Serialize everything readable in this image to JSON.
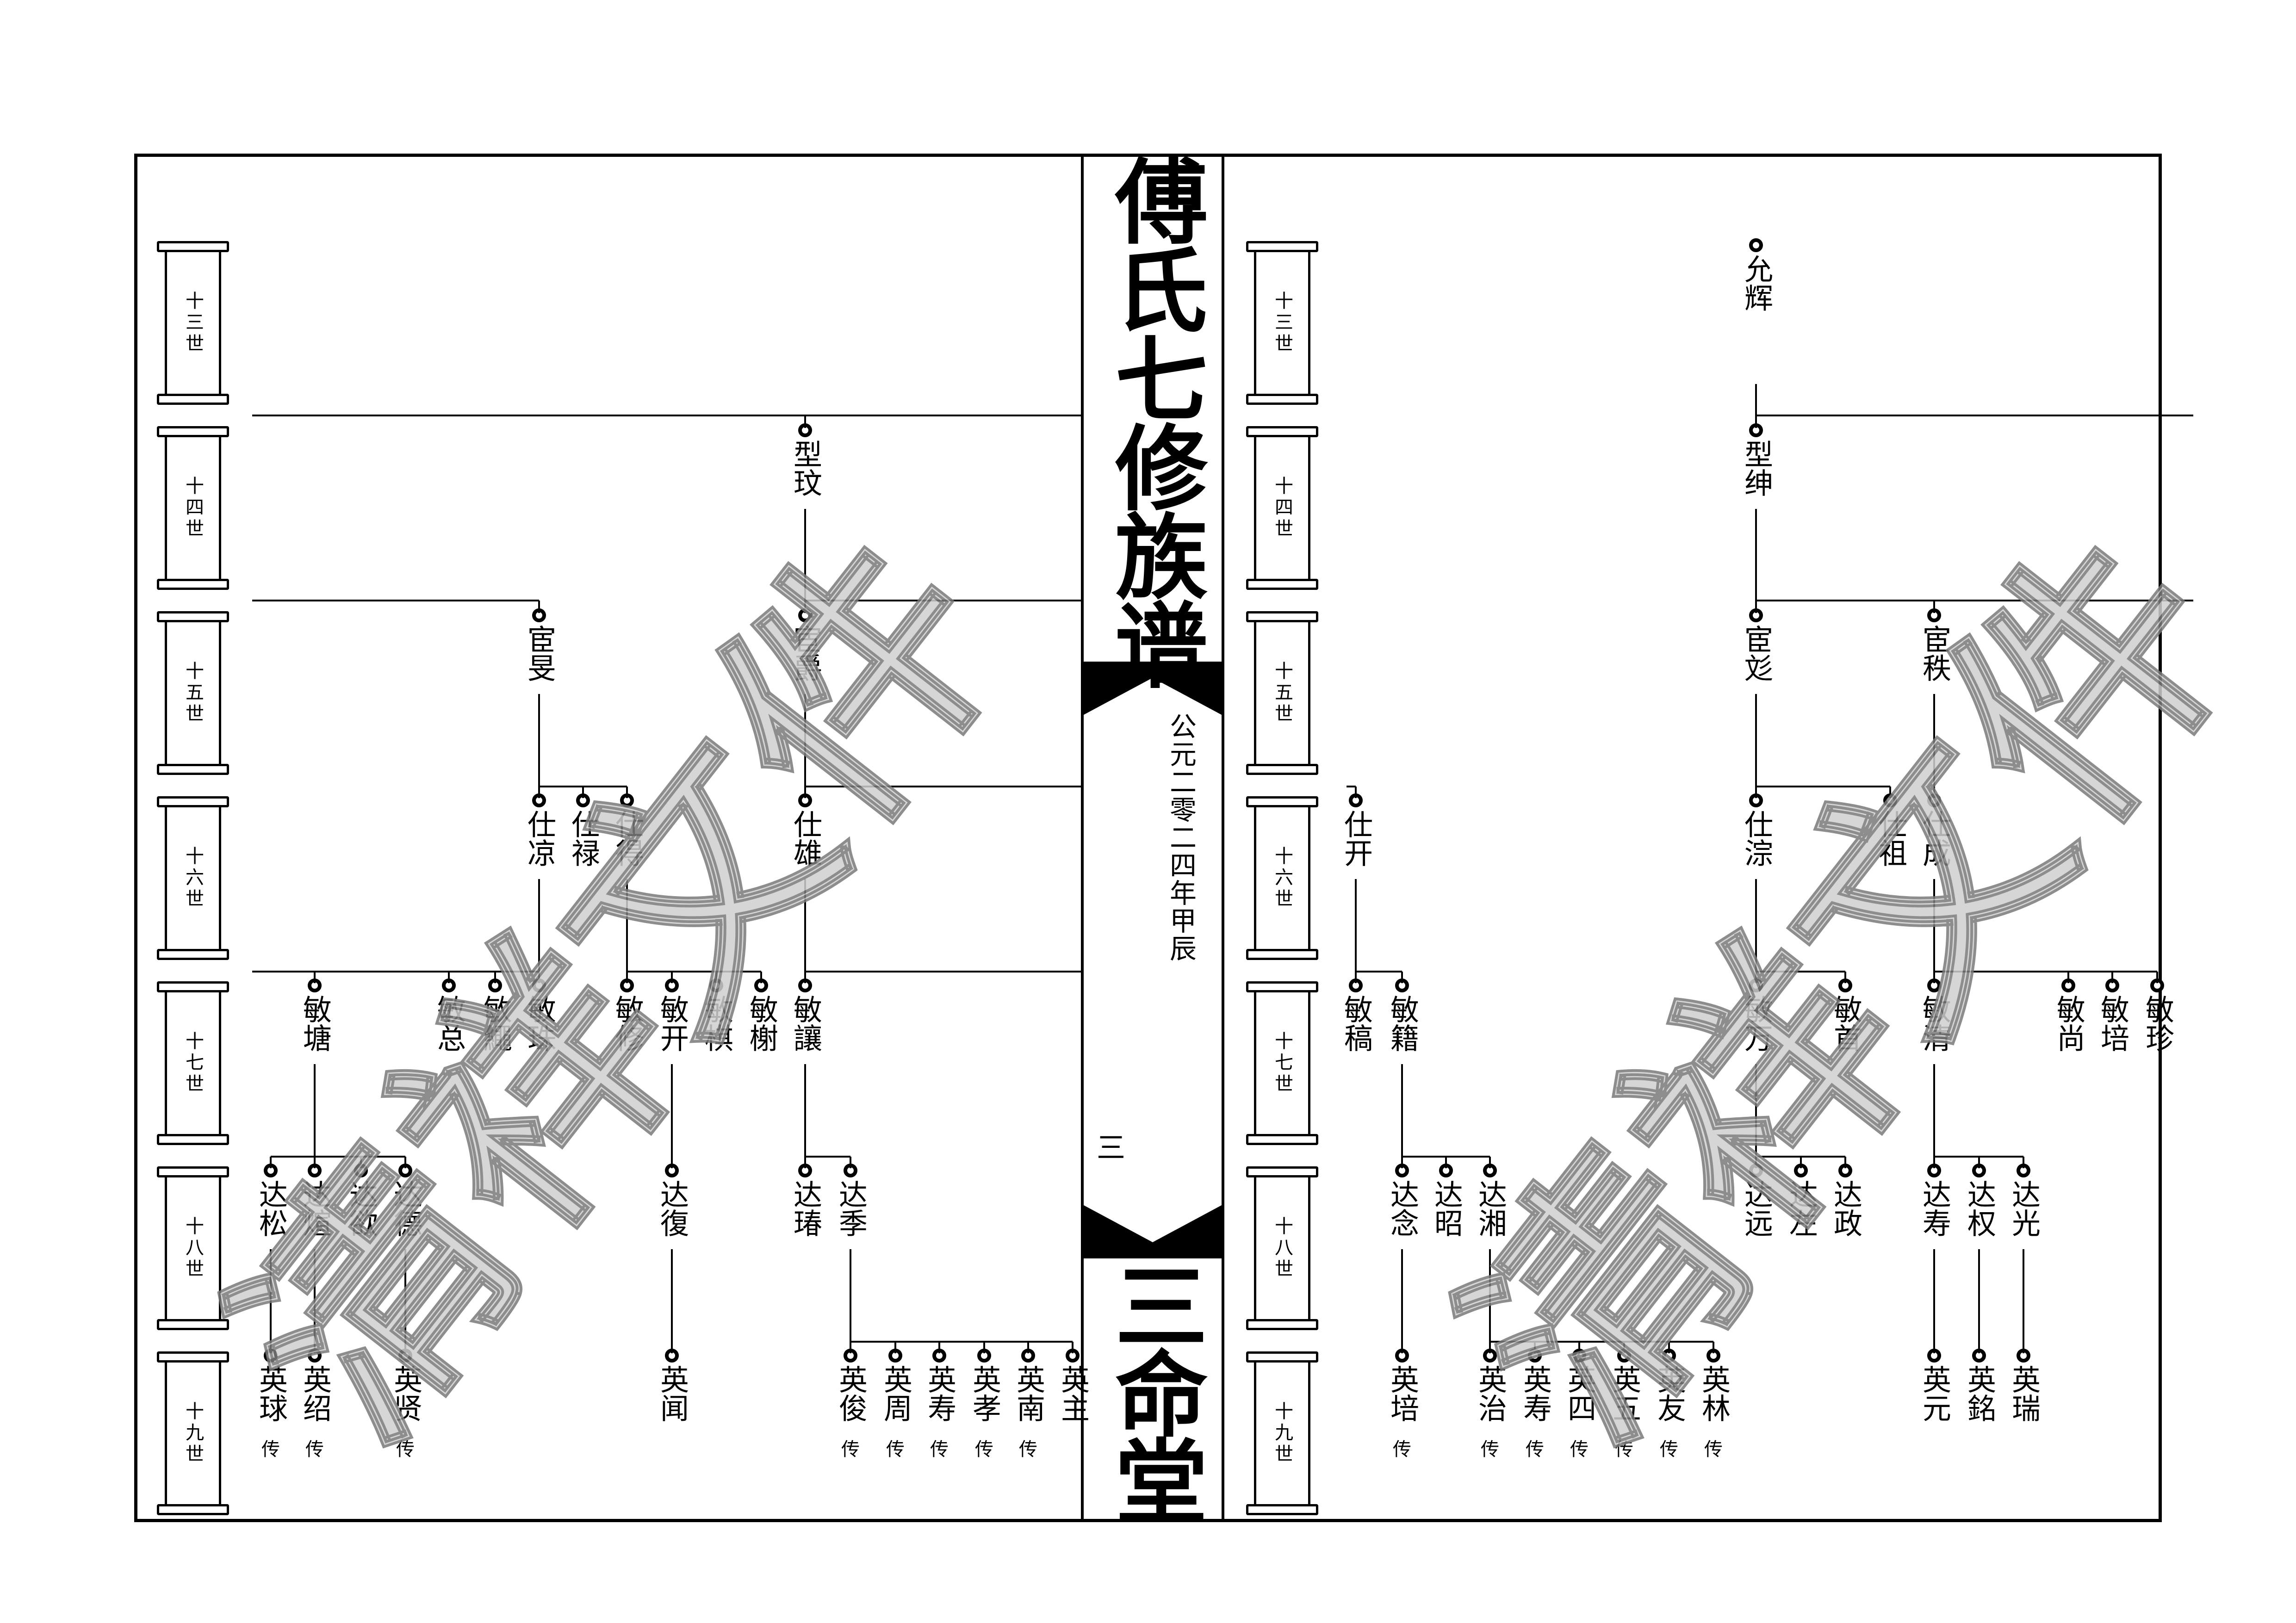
{
  "book": {
    "title": "傅氏七修族谱",
    "hall": "三命堂",
    "date": "公元二零二四年甲辰",
    "page_number": "三"
  },
  "watermark": {
    "text": "清祥文件"
  },
  "generations": [
    "十三世",
    "十四世",
    "十五世",
    "十六世",
    "十七世",
    "十八世",
    "十九世"
  ],
  "colors": {
    "ink": "#000000",
    "watermark_fill": "#cfcfcf",
    "watermark_stroke": "#7a7a7a"
  },
  "left_page": {
    "nodes": [
      {
        "name": "型玟",
        "gen": 14
      },
      {
        "name": "宦旻",
        "gen": 15
      },
      {
        "name": "宦爵",
        "gen": 15
      },
      {
        "name": "仕凉",
        "gen": 16
      },
      {
        "name": "仕禄",
        "gen": 16
      },
      {
        "name": "仕得",
        "gen": 16
      },
      {
        "name": "仕雄",
        "gen": 16
      },
      {
        "name": "敏塘",
        "gen": 17
      },
      {
        "name": "敏总",
        "gen": 17
      },
      {
        "name": "敏繩",
        "gen": 17
      },
      {
        "name": "敏珠",
        "gen": 17
      },
      {
        "name": "敏修",
        "gen": 17
      },
      {
        "name": "敏开",
        "gen": 17
      },
      {
        "name": "敏棋",
        "gen": 17
      },
      {
        "name": "敏榭",
        "gen": 17
      },
      {
        "name": "敏讓",
        "gen": 17
      },
      {
        "name": "达松",
        "gen": 18
      },
      {
        "name": "达煊",
        "gen": 18
      },
      {
        "name": "达欲",
        "gen": 18
      },
      {
        "name": "达德",
        "gen": 18
      },
      {
        "name": "达復",
        "gen": 18
      },
      {
        "name": "达瑃",
        "gen": 18
      },
      {
        "name": "达季",
        "gen": 18
      },
      {
        "name": "英球",
        "gen": 19,
        "mark": "传"
      },
      {
        "name": "英绍",
        "gen": 19,
        "mark": "传"
      },
      {
        "name": "英贤",
        "gen": 19,
        "mark": "传"
      },
      {
        "name": "英闻",
        "gen": 19
      },
      {
        "name": "英俊",
        "gen": 19,
        "mark": "传"
      },
      {
        "name": "英周",
        "gen": 19,
        "mark": "传"
      },
      {
        "name": "英寿",
        "gen": 19,
        "mark": "传"
      },
      {
        "name": "英孝",
        "gen": 19,
        "mark": "传"
      },
      {
        "name": "英南",
        "gen": 19,
        "mark": "传"
      },
      {
        "name": "英主",
        "gen": 19
      }
    ]
  },
  "right_page": {
    "nodes": [
      {
        "name": "允辉",
        "gen": 13
      },
      {
        "name": "型绅",
        "gen": 14
      },
      {
        "name": "宦彣",
        "gen": 15
      },
      {
        "name": "宦秩",
        "gen": 15
      },
      {
        "name": "仕开",
        "gen": 16
      },
      {
        "name": "仕淙",
        "gen": 16
      },
      {
        "name": "仕祖",
        "gen": 16
      },
      {
        "name": "仕成",
        "gen": 16
      },
      {
        "name": "敏稿",
        "gen": 17
      },
      {
        "name": "敏籍",
        "gen": 17
      },
      {
        "name": "敏万",
        "gen": 17
      },
      {
        "name": "敏首",
        "gen": 17
      },
      {
        "name": "敏清",
        "gen": 17
      },
      {
        "name": "敏尚",
        "gen": 17
      },
      {
        "name": "敏培",
        "gen": 17
      },
      {
        "name": "敏珍",
        "gen": 17
      },
      {
        "name": "达念",
        "gen": 18
      },
      {
        "name": "达昭",
        "gen": 18
      },
      {
        "name": "达湘",
        "gen": 18
      },
      {
        "name": "达远",
        "gen": 18
      },
      {
        "name": "达左",
        "gen": 18
      },
      {
        "name": "达政",
        "gen": 18
      },
      {
        "name": "达寿",
        "gen": 18
      },
      {
        "name": "达权",
        "gen": 18
      },
      {
        "name": "达光",
        "gen": 18
      },
      {
        "name": "英培",
        "gen": 19,
        "mark": "传"
      },
      {
        "name": "英治",
        "gen": 19,
        "mark": "传"
      },
      {
        "name": "英寿",
        "gen": 19,
        "mark": "传"
      },
      {
        "name": "英四",
        "gen": 19,
        "mark": "传"
      },
      {
        "name": "英五",
        "gen": 19,
        "mark": "传"
      },
      {
        "name": "英友",
        "gen": 19,
        "mark": "传"
      },
      {
        "name": "英林",
        "gen": 19,
        "mark": "传"
      },
      {
        "name": "英元",
        "gen": 19
      },
      {
        "name": "英銘",
        "gen": 19
      },
      {
        "name": "英瑞",
        "gen": 19
      }
    ]
  }
}
